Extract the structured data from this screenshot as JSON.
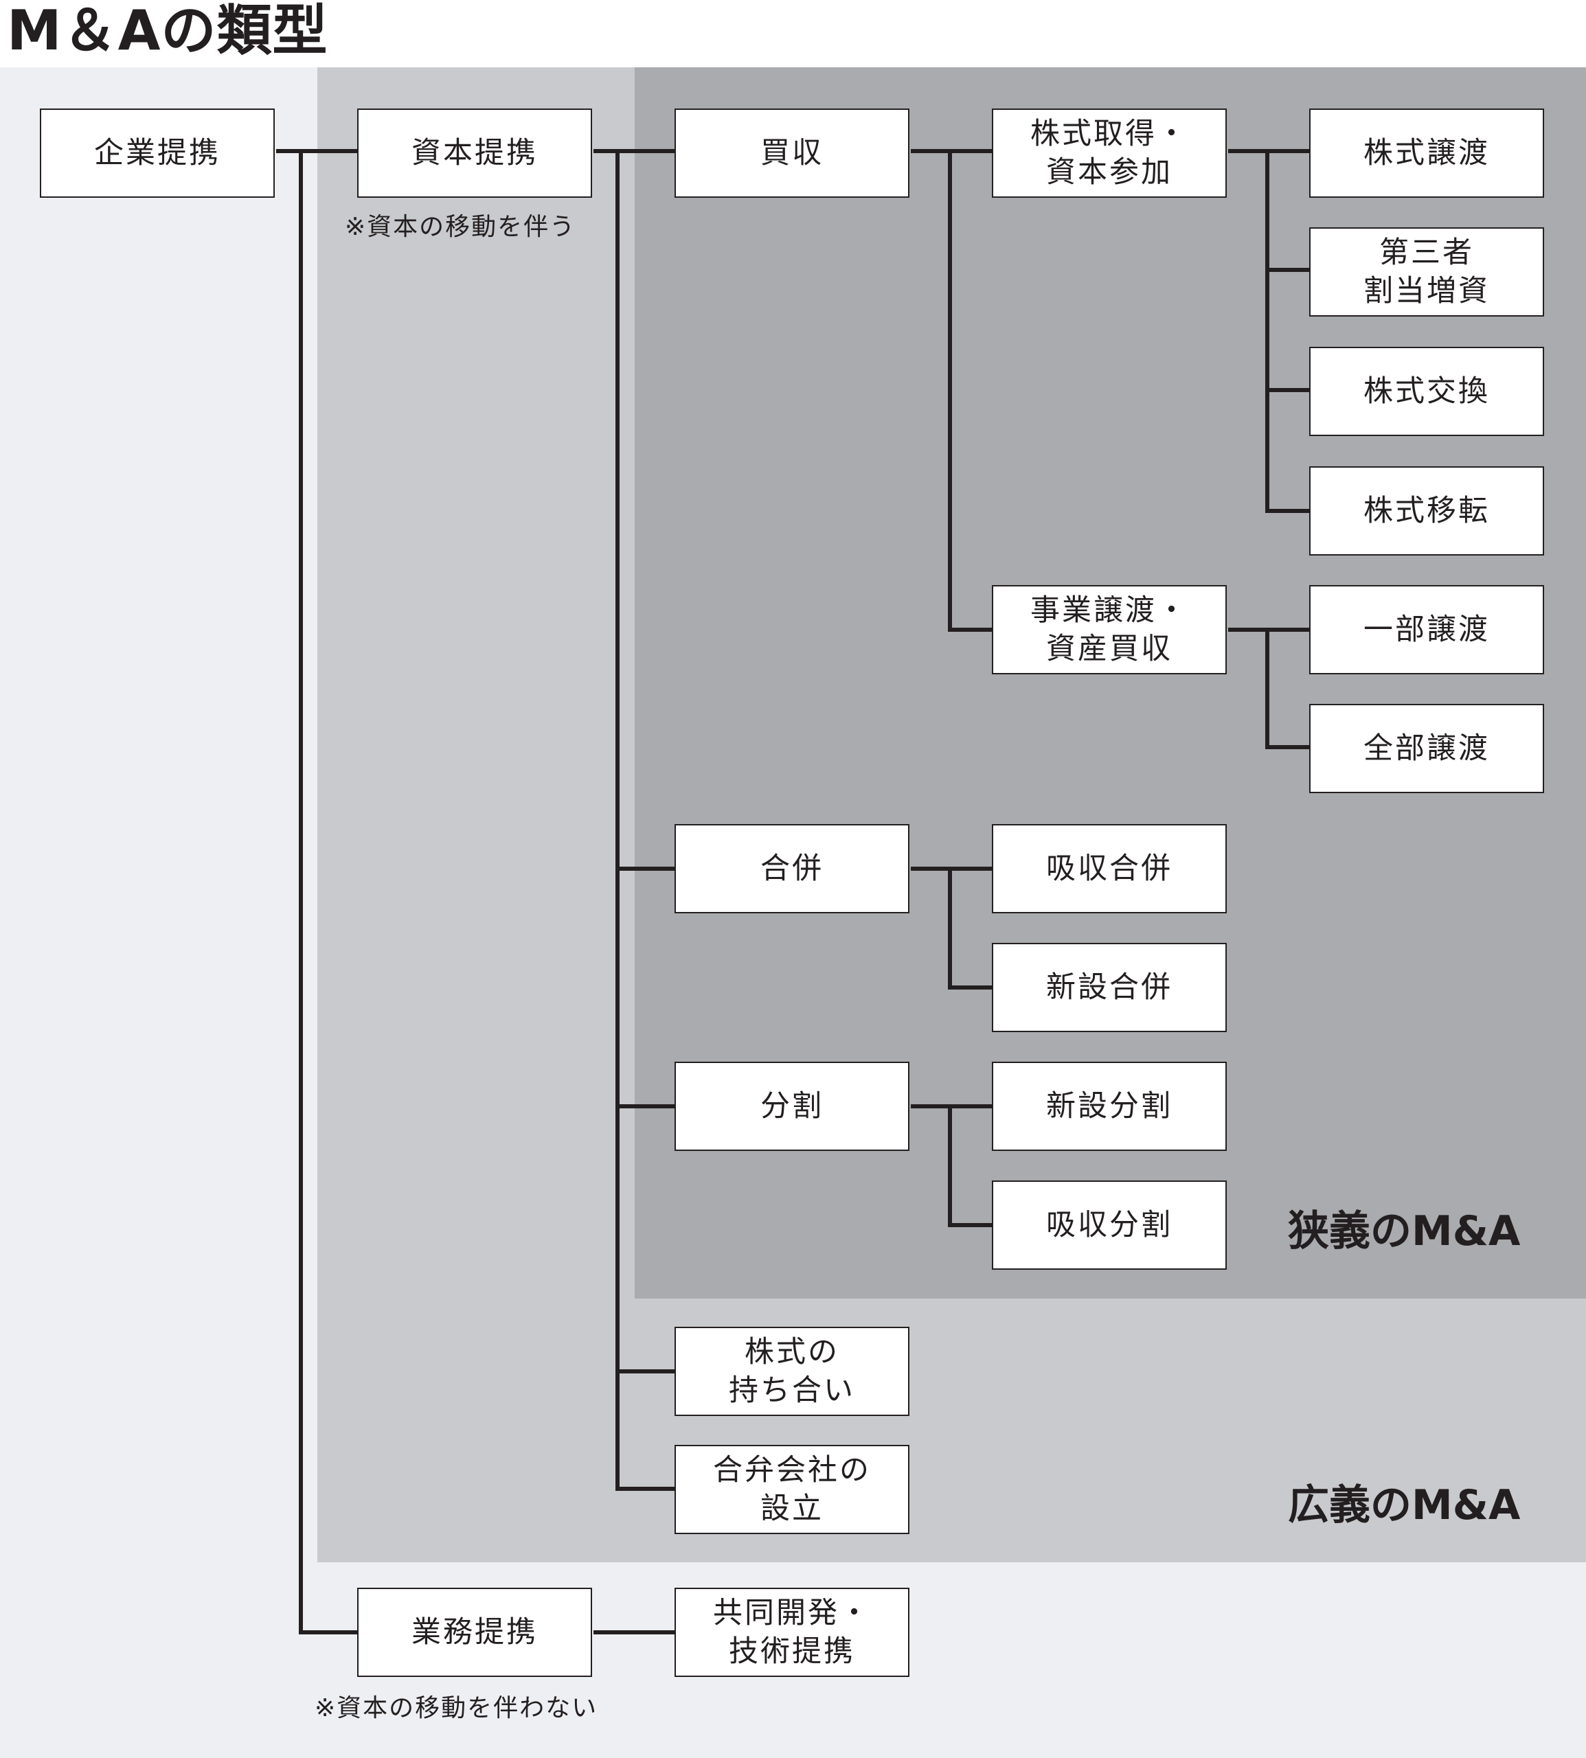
{
  "title": "M＆Aの類型",
  "regions": {
    "narrow_label": "狭義のM&A",
    "broad_label": "広義のM&A"
  },
  "nodes": {
    "kigyo_teikei": "企業提携",
    "shihon_teikei": "資本提携",
    "gyomu_teikei": "業務提携",
    "baishu": "買収",
    "gappei": "合併",
    "bunkatsu": "分割",
    "mochiai": {
      "line1": "株式の",
      "line2": "持ち合い"
    },
    "gouben": {
      "line1": "合弁会社の",
      "line2": "設立"
    },
    "kyodo_kaihatsu": {
      "line1": "共同開発・",
      "line2": "技術提携"
    },
    "kabushiki_shutoku": {
      "line1": "株式取得・",
      "line2": "資本参加"
    },
    "jigyo_joto": {
      "line1": "事業譲渡・",
      "line2": "資産買収"
    },
    "kabushiki_joto": "株式譲渡",
    "daisansha": {
      "line1": "第三者",
      "line2": "割当増資"
    },
    "kabushiki_kokan": "株式交換",
    "kabushiki_iten": "株式移転",
    "ichibu_joto": "一部譲渡",
    "zenbu_joto": "全部譲渡",
    "kyushu_gappei": "吸収合併",
    "shinsetsu_gappei": "新設合併",
    "shinsetsu_bunkatsu": "新設分割",
    "kyushu_bunkatsu": "吸収分割"
  },
  "notes": {
    "capital_note": "※資本の移動を伴う",
    "business_note": "※資本の移動を伴わない"
  }
}
